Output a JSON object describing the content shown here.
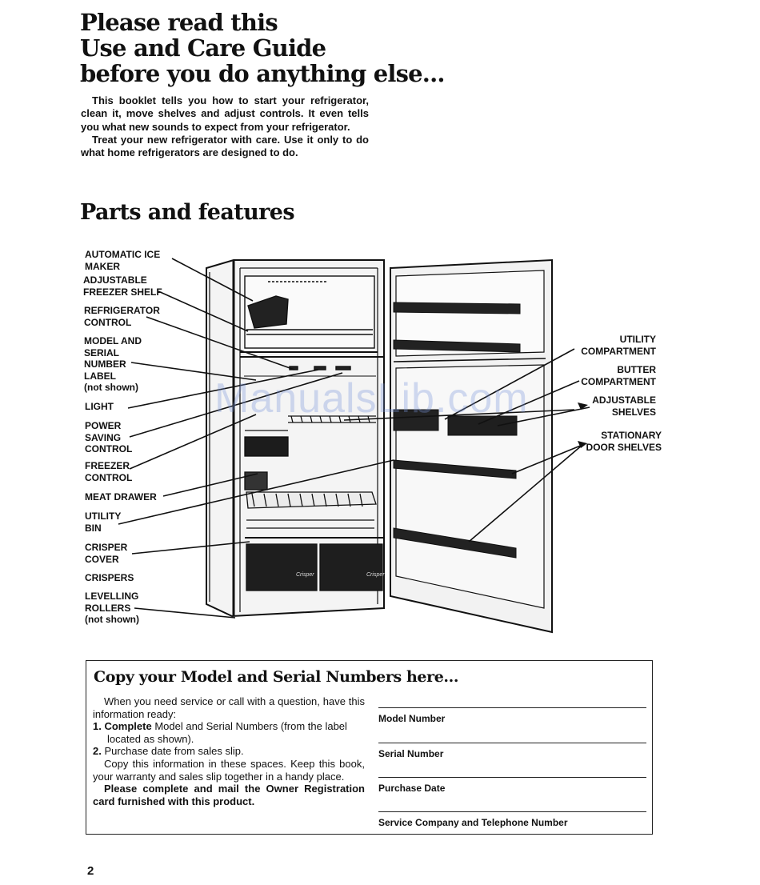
{
  "header": {
    "title_lines": [
      "Please read this",
      "Use and Care Guide",
      "before you do anything else..."
    ]
  },
  "intro": {
    "paragraph1": "This booklet tells you how to start your refrigerator, clean it, move shelves and adjust controls. It even tells you what new sounds to expect from your refrigerator.",
    "paragraph2": "Treat your new refrigerator with care. Use it only to do what home refrigerators are designed to do."
  },
  "parts": {
    "title": "Parts and features",
    "left_labels": [
      "AUTOMATIC ICE\nMAKER",
      "ADJUSTABLE\nFREEZER SHELF",
      "REFRIGERATOR\nCONTROL",
      "MODEL AND\nSERIAL\nNUMBER\nLABEL\n(not shown)",
      "LIGHT",
      "POWER\nSAVING\nCONTROL",
      "FREEZER\nCONTROL",
      "MEAT DRAWER",
      "UTILITY\nBIN",
      "CRISPER\nCOVER",
      "CRISPERS",
      "LEVELLING\nROLLERS\n(not shown)"
    ],
    "right_labels": [
      "UTILITY\nCOMPARTMENT",
      "BUTTER\nCOMPARTMENT",
      "ADJUSTABLE\nSHELVES",
      "STATIONARY\nDOOR SHELVES"
    ],
    "crisper_marks": [
      "Crisper",
      "Crisper"
    ]
  },
  "watermark": "ManualsLib.com",
  "copy_box": {
    "title": "Copy your Model and Serial Numbers here...",
    "intro": "When you need service or call with a question, have this information ready:",
    "step1_num": "1.",
    "step1_bold": "Complete",
    "step1_rest": " Model and Serial Numbers (from the label located as shown).",
    "step2_num": "2.",
    "step2_text": " Purchase date from sales slip.",
    "para": "Copy this information in these spaces. Keep this book, your warranty and sales slip together in a handy place.",
    "bold_para": "Please complete and mail the Owner Registration card furnished with this product.",
    "fields": [
      "Model Number",
      "Serial Number",
      "Purchase Date",
      "Service Company and Telephone Number"
    ]
  },
  "page_number": "2"
}
